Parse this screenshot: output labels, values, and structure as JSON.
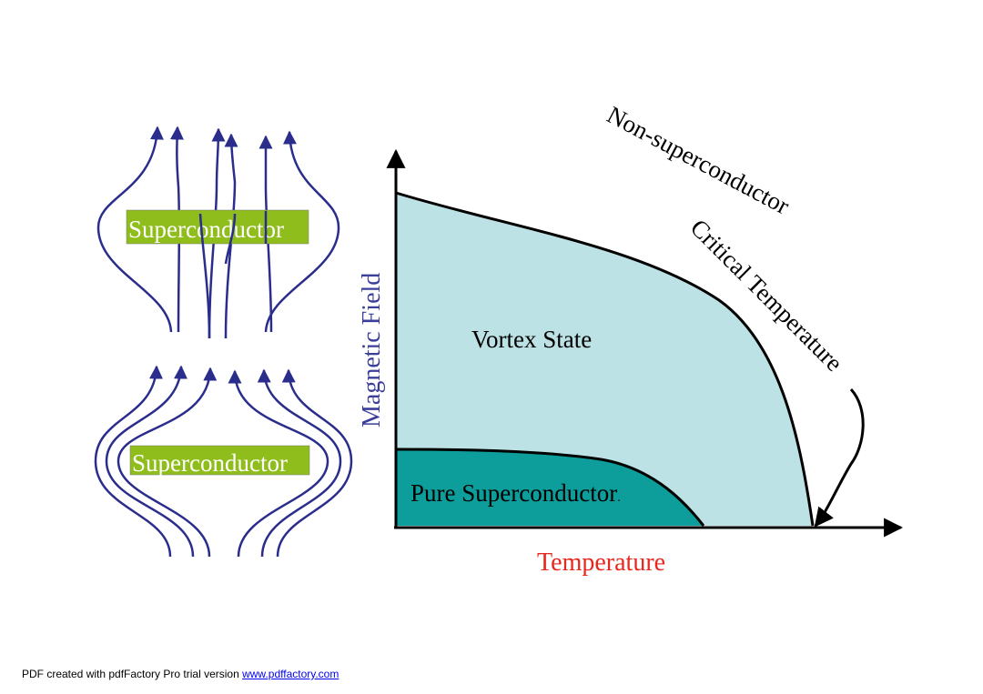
{
  "field_diagrams": {
    "top_label": "Superconductor",
    "bottom_label": "Superconductor"
  },
  "phase_diagram": {
    "x_label": "Temperature",
    "y_label": "Magnetic Field",
    "regions": {
      "vortex": "Vortex State",
      "pure": "Pure Superconductor",
      "pure_trailing_mark": "."
    },
    "annotations": {
      "normal": "Non-superconductor",
      "critical": "Critical Temperature"
    }
  },
  "colors": {
    "field_line": "#2a2d8c",
    "label_box": "#8fbd1c",
    "label_text": "#ffffff",
    "vortex_fill": "#bde2e5",
    "pure_fill": "#0d9d9a",
    "y_label": "#3b3f9a",
    "x_label": "#e8271d",
    "axis": "#000000"
  },
  "footer": {
    "text": "PDF created with pdfFactory Pro trial version ",
    "link": "www.pdffactory.com"
  }
}
